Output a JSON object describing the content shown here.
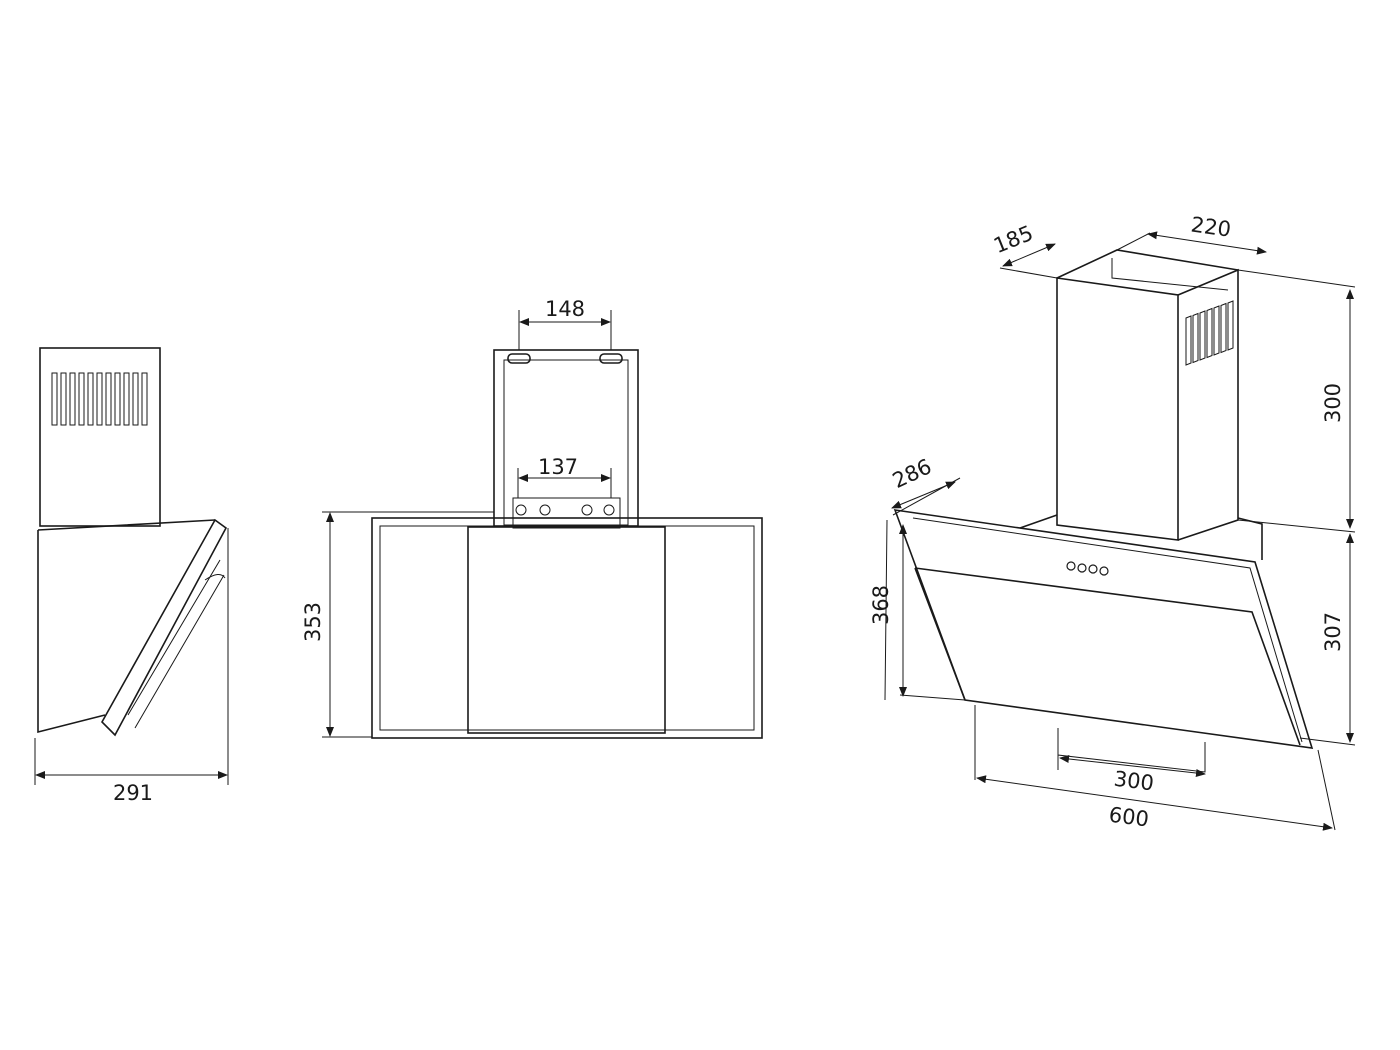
{
  "side_view": {
    "width": "291"
  },
  "front_view": {
    "chimney_hole_spacing": "148",
    "bracket_spacing": "137",
    "body_height": "353"
  },
  "iso_view": {
    "chimney_depth": "185",
    "chimney_width": "220",
    "chimney_height": "300",
    "body_depth": "286",
    "glass_height": "368",
    "body_height": "307",
    "filter_width": "300",
    "total_width": "600"
  }
}
